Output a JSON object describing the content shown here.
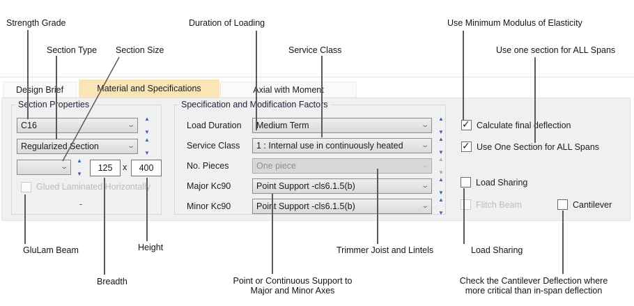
{
  "tabs": [
    {
      "label": "Design Brief",
      "selected": false
    },
    {
      "label": "Material and Specifications",
      "selected": true
    },
    {
      "label": "Axial with Moment",
      "selected": false
    }
  ],
  "section_properties": {
    "title": "Section Properties",
    "strength_grade_value": "C16",
    "section_type_value": "Regularized Section",
    "section_size_value": "",
    "breadth_value": "125",
    "times_label": "x",
    "height_value": "400",
    "glued_laminated_label": "Glued Laminated Horizontally",
    "glued_laminated_checked": false,
    "dash": "-"
  },
  "spec_factors": {
    "title": "Specification and Modification Factors",
    "rows": [
      {
        "label": "Load Duration",
        "value": "Medium Term",
        "disabled": false
      },
      {
        "label": "Service Class",
        "value": "1 : Internal use in continuously heated",
        "disabled": false
      },
      {
        "label": "No. Pieces",
        "value": "One piece",
        "disabled": true
      },
      {
        "label": "Major Kc90",
        "value": "Point Support -cls6.1.5(b)",
        "disabled": false
      },
      {
        "label": "Minor Kc90",
        "value": "Point Support -cls6.1.5(b)",
        "disabled": false
      }
    ]
  },
  "options": {
    "calculate_final_deflection": {
      "label": "Calculate final deflection",
      "checked": true
    },
    "use_one_section": {
      "label": "Use One Section for ALL Spans",
      "checked": true
    },
    "load_sharing": {
      "label": "Load Sharing",
      "checked": false
    },
    "flitch_beam": {
      "label": "Flitch Beam",
      "checked": false,
      "disabled": true
    },
    "cantilever": {
      "label": "Cantilever",
      "checked": false
    }
  },
  "callouts": {
    "strength_grade": "Strength Grade",
    "section_type": "Section Type",
    "section_size": "Section Size",
    "duration_of_loading": "Duration of Loading",
    "service_class": "Service Class",
    "use_min_modulus": "Use Minimum Modulus of Elasticity",
    "use_one_section": "Use one section for ALL Spans",
    "glulam_beam": "GluLam Beam",
    "breadth": "Breadth",
    "height": "Height",
    "point_support_line1": "Point or Continuous Support to",
    "point_support_line2": "Major and Minor Axes",
    "trimmer": "Trimmer Joist and Lintels",
    "load_sharing": "Load Sharing",
    "cantilever_line1": "Check the Cantilever Deflection where",
    "cantilever_line2": "more critical than in-span deflection"
  },
  "colors": {
    "selected_tab": "#fae5b7",
    "panel_background": "#f0f0f0",
    "spinner_blue": "#3a62a9",
    "leader_line": "#5a5a5a"
  }
}
